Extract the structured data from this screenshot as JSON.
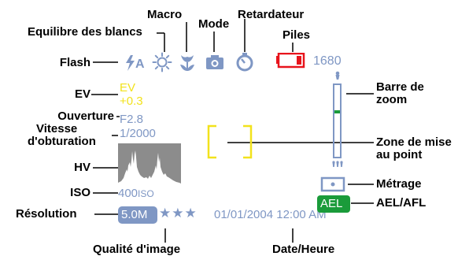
{
  "callouts": {
    "equilibre": "Equilibre des blancs",
    "macro": "Macro",
    "mode": "Mode",
    "retardateur": "Retardateur",
    "piles": "Piles",
    "flash": "Flash",
    "ev": "EV",
    "ouverture": "Ouverture",
    "vitesse_1": "Vitesse",
    "vitesse_2": "d'obturation",
    "hv": "HV",
    "iso": "ISO",
    "resolution": "Résolution",
    "qualite": "Qualité d'image",
    "date_heure": "Date/Heure",
    "zoom_1": "Barre de",
    "zoom_2": "zoom",
    "mise_point_1": "Zone de mise",
    "mise_point_2": "au point",
    "metrage": "Métrage",
    "ael": "AEL/AFL"
  },
  "display": {
    "shots_remaining": "1680",
    "ev_label": "EV",
    "ev_value": "+0.3",
    "aperture": "F2.8",
    "shutter": "1/2000",
    "iso_value": "400",
    "iso_unit": "ISO",
    "resolution": "5.0M",
    "quality_stars": "★★★",
    "datetime": "01/01/2004 12:00 AM",
    "ael_badge": "AEL",
    "flash_auto_letter": "A"
  },
  "colors": {
    "screen_blue": "#7f97c4",
    "ev_yellow": "#f2e21c",
    "focus_yellow": "#f2e21c",
    "battery_red": "#e8141c",
    "ael_green": "#1a9b3a"
  }
}
